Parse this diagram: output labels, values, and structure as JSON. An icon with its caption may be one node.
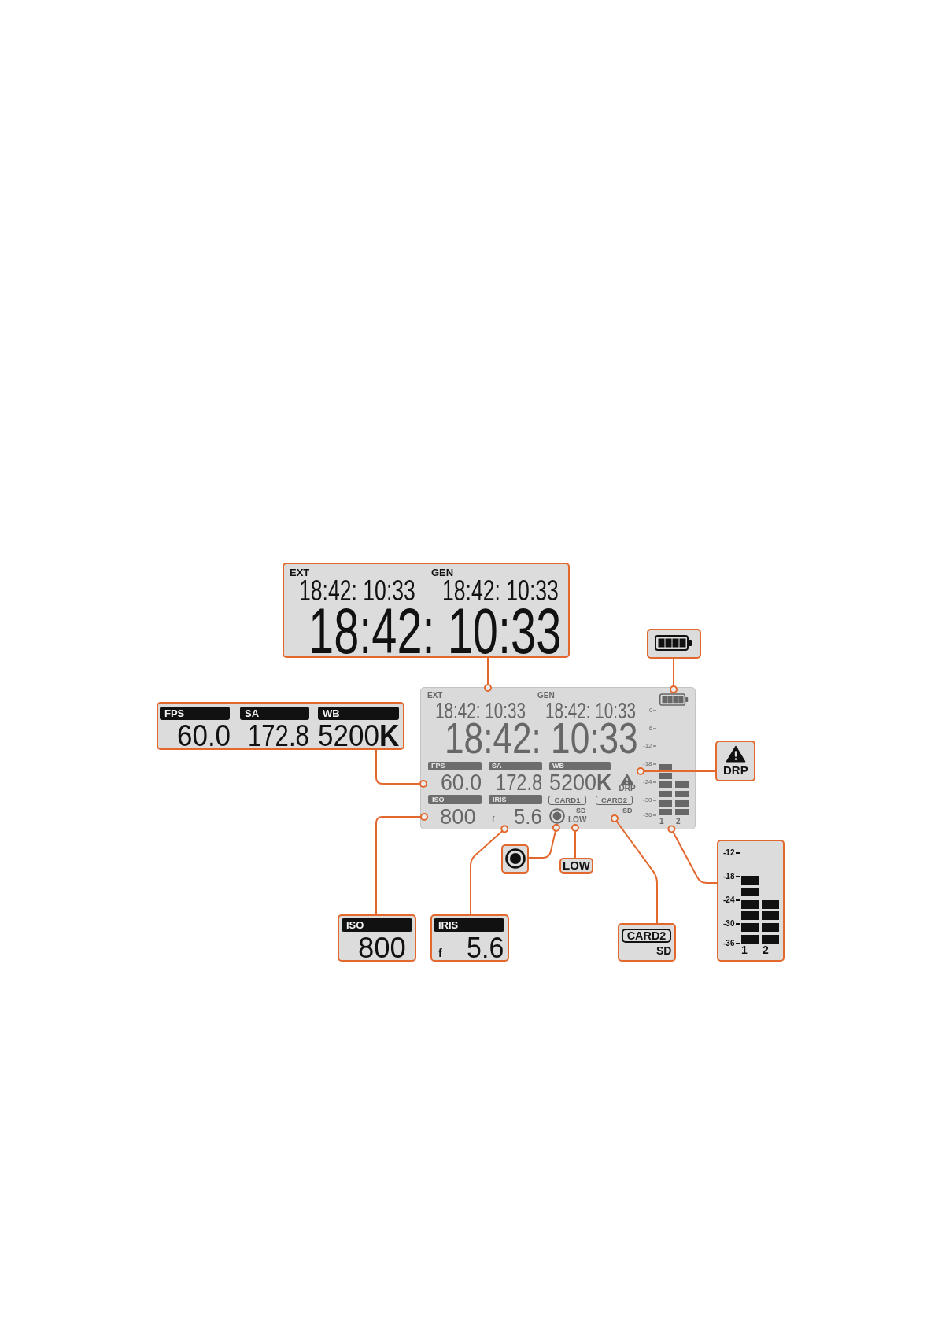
{
  "diagram": {
    "nodes": [
      {
        "text": [
          "EXT",
          "18:42: 10:33",
          "GEN",
          "18:42: 10:33",
          "18:42: 10:33"
        ]
      },
      {
        "text": [],
        "shape": "box"
      },
      {
        "text": [],
        "shape": "box"
      },
      {
        "text": [
          "EXT",
          "18:42: 10:33",
          "GEN",
          "18:42: 10:33",
          "18:42: 10:33"
        ],
        "in": 2
      },
      {
        "text": [],
        "shape": "picture",
        "in": 2
      },
      {
        "text": [
          "FPS",
          "SA",
          "WB",
          "60.0",
          "172.8",
          "5200**K**"
        ],
        "in": 2
      },
      {
        "text": [
          "DRP"
        ],
        "in": 2
      },
      {
        "text": [
          "0",
          "-6",
          "-12",
          "-18",
          "-24",
          "-30",
          "-36",
          "1",
          "2"
        ],
        "in": 2
      },
      {
        "text": [
          "ISO",
          "800"
        ],
        "in": 2
      },
      {
        "text": [
          "IRIS",
          "f",
          "5.6"
        ],
        "in": 2
      },
      {
        "text": [
          "CARD1",
          "SD"
        ],
        "in": 2
      },
      {
        "text": [
          "CARD2",
          "SD"
        ],
        "in": 2
      },
      {
        "text": [],
        "shape": "circle",
        "in": 2
      },
      {
        "text": [
          "LOW"
        ],
        "in": 2
      },
      {
        "text": [
          "FPS",
          "SA",
          "WB",
          "60.0",
          "172.8",
          "5200**K**"
        ]
      },
      {
        "text": [
          "DRP"
        ]
      },
      {
        "text": [],
        "shape": "box"
      },
      {
        "text": [
          "LOW"
        ]
      },
      {
        "text": [
          "-12",
          "-18",
          "-24",
          "-30",
          "-36",
          "1",
          "2"
        ]
      },
      {
        "text": [
          "ISO",
          "800"
        ]
      },
      {
        "text": [
          "IRIS",
          "f",
          "5.6"
        ]
      },
      {
        "text": [
          "CARD2",
          "SD"
        ]
      }
    ],
    "edges": [
      {
        "from": 0,
        "to": 3,
        "arrow": "other"
      },
      {
        "from": 1,
        "to": 4,
        "arrow": "other"
      },
      {
        "from": 14,
        "to": 5,
        "arrow": "other"
      },
      {
        "from": 15,
        "to": 6,
        "arrow": "other"
      },
      {
        "from": 19,
        "to": 8,
        "arrow": "other"
      },
      {
        "from": 20,
        "to": 9,
        "arrow": "other"
      },
      {
        "from": 16,
        "to": 12,
        "arrow": "other"
      },
      {
        "from": 17,
        "to": 13,
        "arrow": "other"
      },
      {
        "from": 21,
        "to": 11,
        "arrow": "other"
      },
      {
        "from": 18,
        "to": 7,
        "arrow": "other"
      }
    ]
  }
}
